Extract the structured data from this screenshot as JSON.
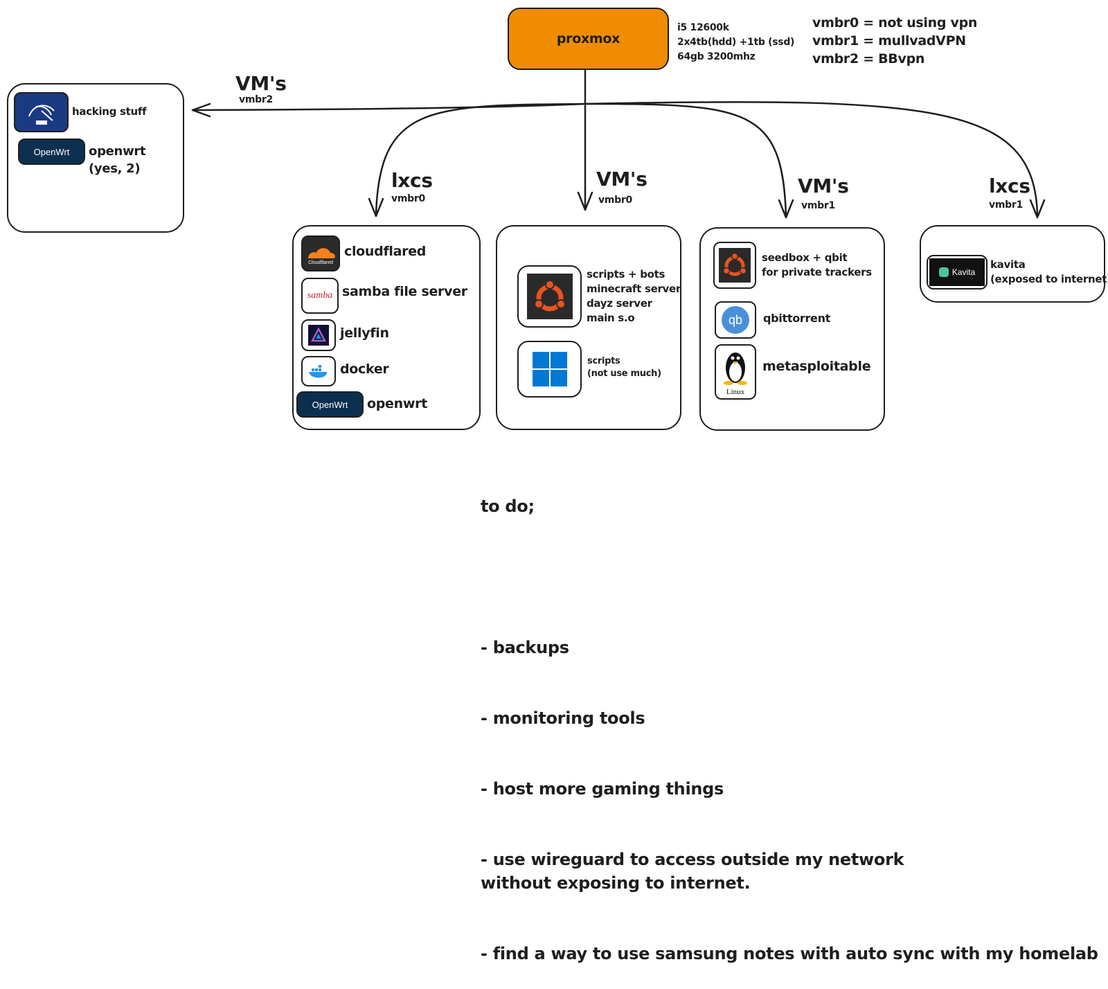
{
  "proxmox": {
    "label": "proxmox",
    "specs": [
      "i5 12600k",
      "2x4tb(hdd) +1tb (ssd)",
      "64gb 3200mhz"
    ],
    "fill_color": "#f08c00"
  },
  "bridges_legend": [
    "vmbr0 = not using vpn",
    "vmbr1 = mullvadVPN",
    "vmbr2 = BBvpn"
  ],
  "groups": {
    "left_vms": {
      "heading": "VM's",
      "bridge": "vmbr2",
      "items": [
        {
          "label": "hacking stuff",
          "icon": "kali-linux-icon"
        },
        {
          "label": "openwrt",
          "sublabel": "(yes, 2)",
          "icon": "openwrt-icon"
        }
      ]
    },
    "lxcs_vmbr0": {
      "heading": "lxcs",
      "bridge": "vmbr0",
      "items": [
        {
          "label": "cloudflared",
          "icon": "cloudflare-icon"
        },
        {
          "label": "samba file server",
          "icon": "samba-icon"
        },
        {
          "label": "jellyfin",
          "icon": "jellyfin-icon"
        },
        {
          "label": "docker",
          "icon": "docker-icon"
        },
        {
          "label": "openwrt",
          "icon": "openwrt-icon"
        }
      ]
    },
    "vms_vmbr0": {
      "heading": "VM's",
      "bridge": "vmbr0",
      "items": [
        {
          "lines": [
            "scripts + bots",
            "minecraft server",
            "dayz server",
            "main s.o"
          ],
          "icon": "ubuntu-icon"
        },
        {
          "lines": [
            "scripts",
            "(not use much)"
          ],
          "icon": "windows-icon"
        }
      ]
    },
    "vms_vmbr1": {
      "heading": "VM's",
      "bridge": "vmbr1",
      "items": [
        {
          "lines": [
            "seedbox + qbit",
            "for private trackers"
          ],
          "icon": "ubuntu-icon"
        },
        {
          "label": "qbittorrent",
          "icon": "qbittorrent-icon"
        },
        {
          "label": "metasploitable",
          "icon": "linux-tux-icon"
        }
      ]
    },
    "lxcs_vmbr1": {
      "heading": "lxcs",
      "bridge": "vmbr1",
      "items": [
        {
          "lines": [
            "kavita",
            "(exposed to internet)"
          ],
          "icon": "kavita-icon"
        }
      ]
    }
  },
  "logo_text": {
    "cloudflare": "Cloudflared",
    "samba": "samba",
    "openwrt": "OpenWrt",
    "qbittorrent": "qb",
    "linux": "Linux",
    "kavita": "Kavita"
  },
  "todo": {
    "title": "to do;",
    "items": [
      "- backups",
      "- monitoring tools",
      "- host more gaming things",
      "- use wireguard to access outside my network\nwithout exposing to internet.",
      "- find a way to use samsung notes with auto sync with my homelab"
    ]
  }
}
